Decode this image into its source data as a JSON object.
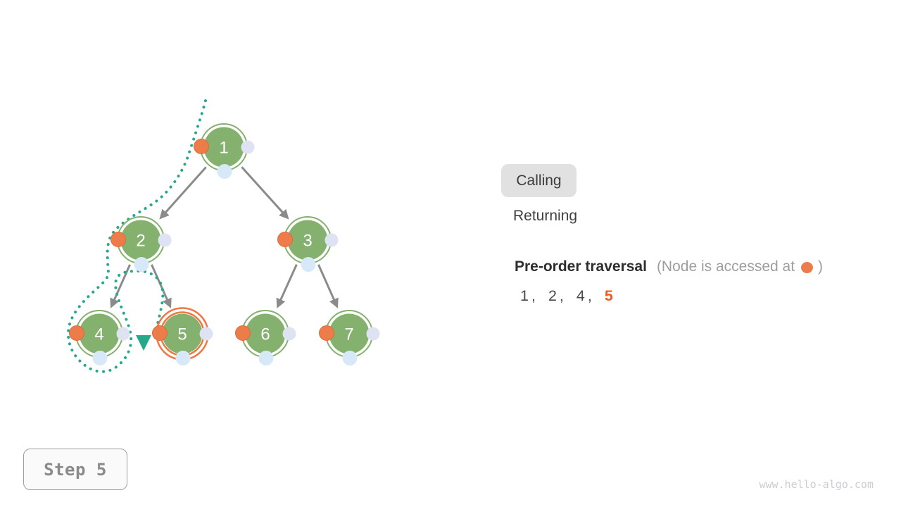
{
  "legend": {
    "calling_label": "Calling",
    "returning_label": "Returning"
  },
  "traversal": {
    "title": "Pre-order traversal",
    "note_prefix": "(Node is accessed at",
    "note_suffix": ")",
    "sequence": [
      {
        "value": "1",
        "highlight": false
      },
      {
        "value": "2",
        "highlight": false
      },
      {
        "value": "4",
        "highlight": false
      },
      {
        "value": "5",
        "highlight": true
      }
    ]
  },
  "tree": {
    "nodes": [
      {
        "value": "1",
        "state": "default"
      },
      {
        "value": "2",
        "state": "default"
      },
      {
        "value": "3",
        "state": "default"
      },
      {
        "value": "4",
        "state": "default"
      },
      {
        "value": "5",
        "state": "current"
      },
      {
        "value": "6",
        "state": "default"
      },
      {
        "value": "7",
        "state": "default"
      }
    ],
    "edges": [
      [
        "1",
        "2"
      ],
      [
        "1",
        "3"
      ],
      [
        "2",
        "4"
      ],
      [
        "2",
        "5"
      ],
      [
        "3",
        "6"
      ],
      [
        "3",
        "7"
      ]
    ],
    "current_node": "5"
  },
  "step": {
    "label": "Step 5"
  },
  "footer": {
    "watermark": "www.hello-algo.com"
  },
  "colors": {
    "node_green": "#85b16e",
    "access_orange": "#ed7c4b",
    "access_orange_border": "#de6b38",
    "highlight_orange": "#f25b1d",
    "right_dot_lavender": "#dee2f3",
    "bottom_dot_blue": "#d7e9f8",
    "trace_teal": "#26a98b",
    "arrow_gray": "#8b8b8b",
    "current_ring_orange": "#ed7845"
  }
}
